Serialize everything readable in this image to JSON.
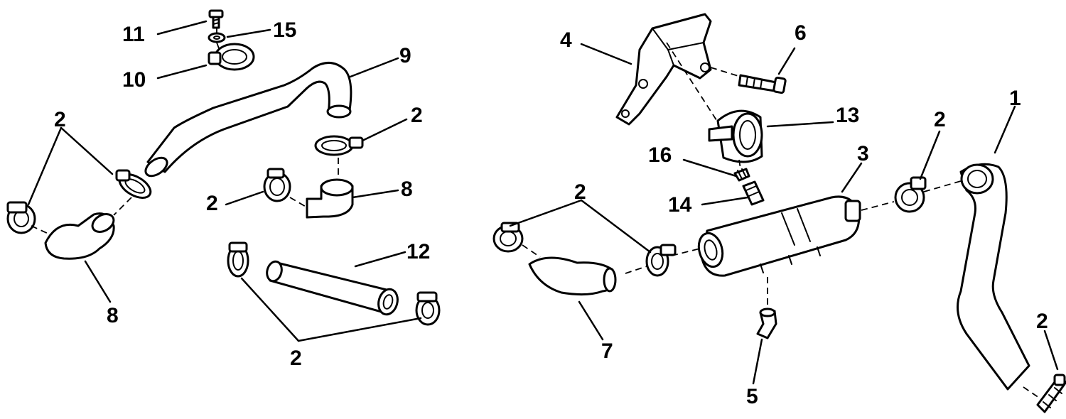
{
  "colors": {
    "ink": "#000000",
    "paper": "#ffffff"
  },
  "callouts": {
    "c1": "1",
    "c2": "2",
    "c3": "3",
    "c4": "4",
    "c5": "5",
    "c6": "6",
    "c7": "7",
    "c8": "8",
    "c9": "9",
    "c10": "10",
    "c11": "11",
    "c12": "12",
    "c13": "13",
    "c14": "14",
    "c15": "15",
    "c16": "16"
  }
}
